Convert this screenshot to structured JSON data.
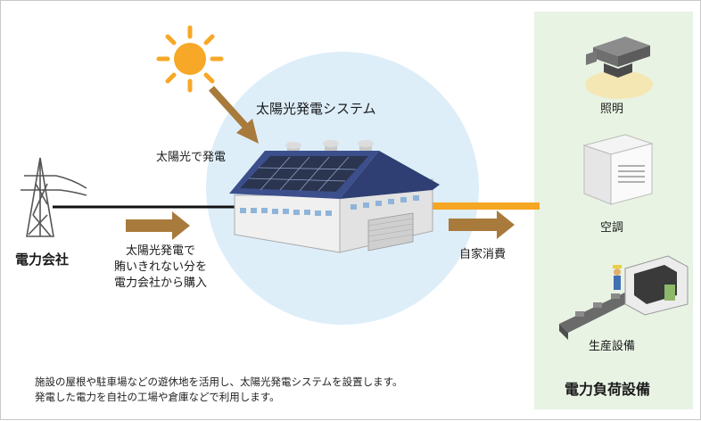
{
  "system_title": "太陽光発電システム",
  "sun_label": "太陽光で発電",
  "grid_label": "電力会社",
  "purchase_lines": [
    "太陽光発電で",
    "賄いきれない分を",
    "電力会社から購入"
  ],
  "self_consumption_label": "自家消費",
  "loads": {
    "lighting": "照明",
    "air_conditioning": "空調",
    "production": "生産設備",
    "title": "電力負荷設備"
  },
  "description_lines": [
    "施設の屋根や駐車場などの遊休地を活用し、太陽光発電システムを設置します。",
    "発電した電力を自社の工場や倉庫などで利用します。"
  ],
  "colors": {
    "circle_bg": "#ddeef9",
    "load_panel_bg": "#e8f3e4",
    "arrow": "#a87a3c",
    "feed_line": "#f5a623",
    "sun": "#f7a827",
    "roof": "#3c4f8c"
  }
}
